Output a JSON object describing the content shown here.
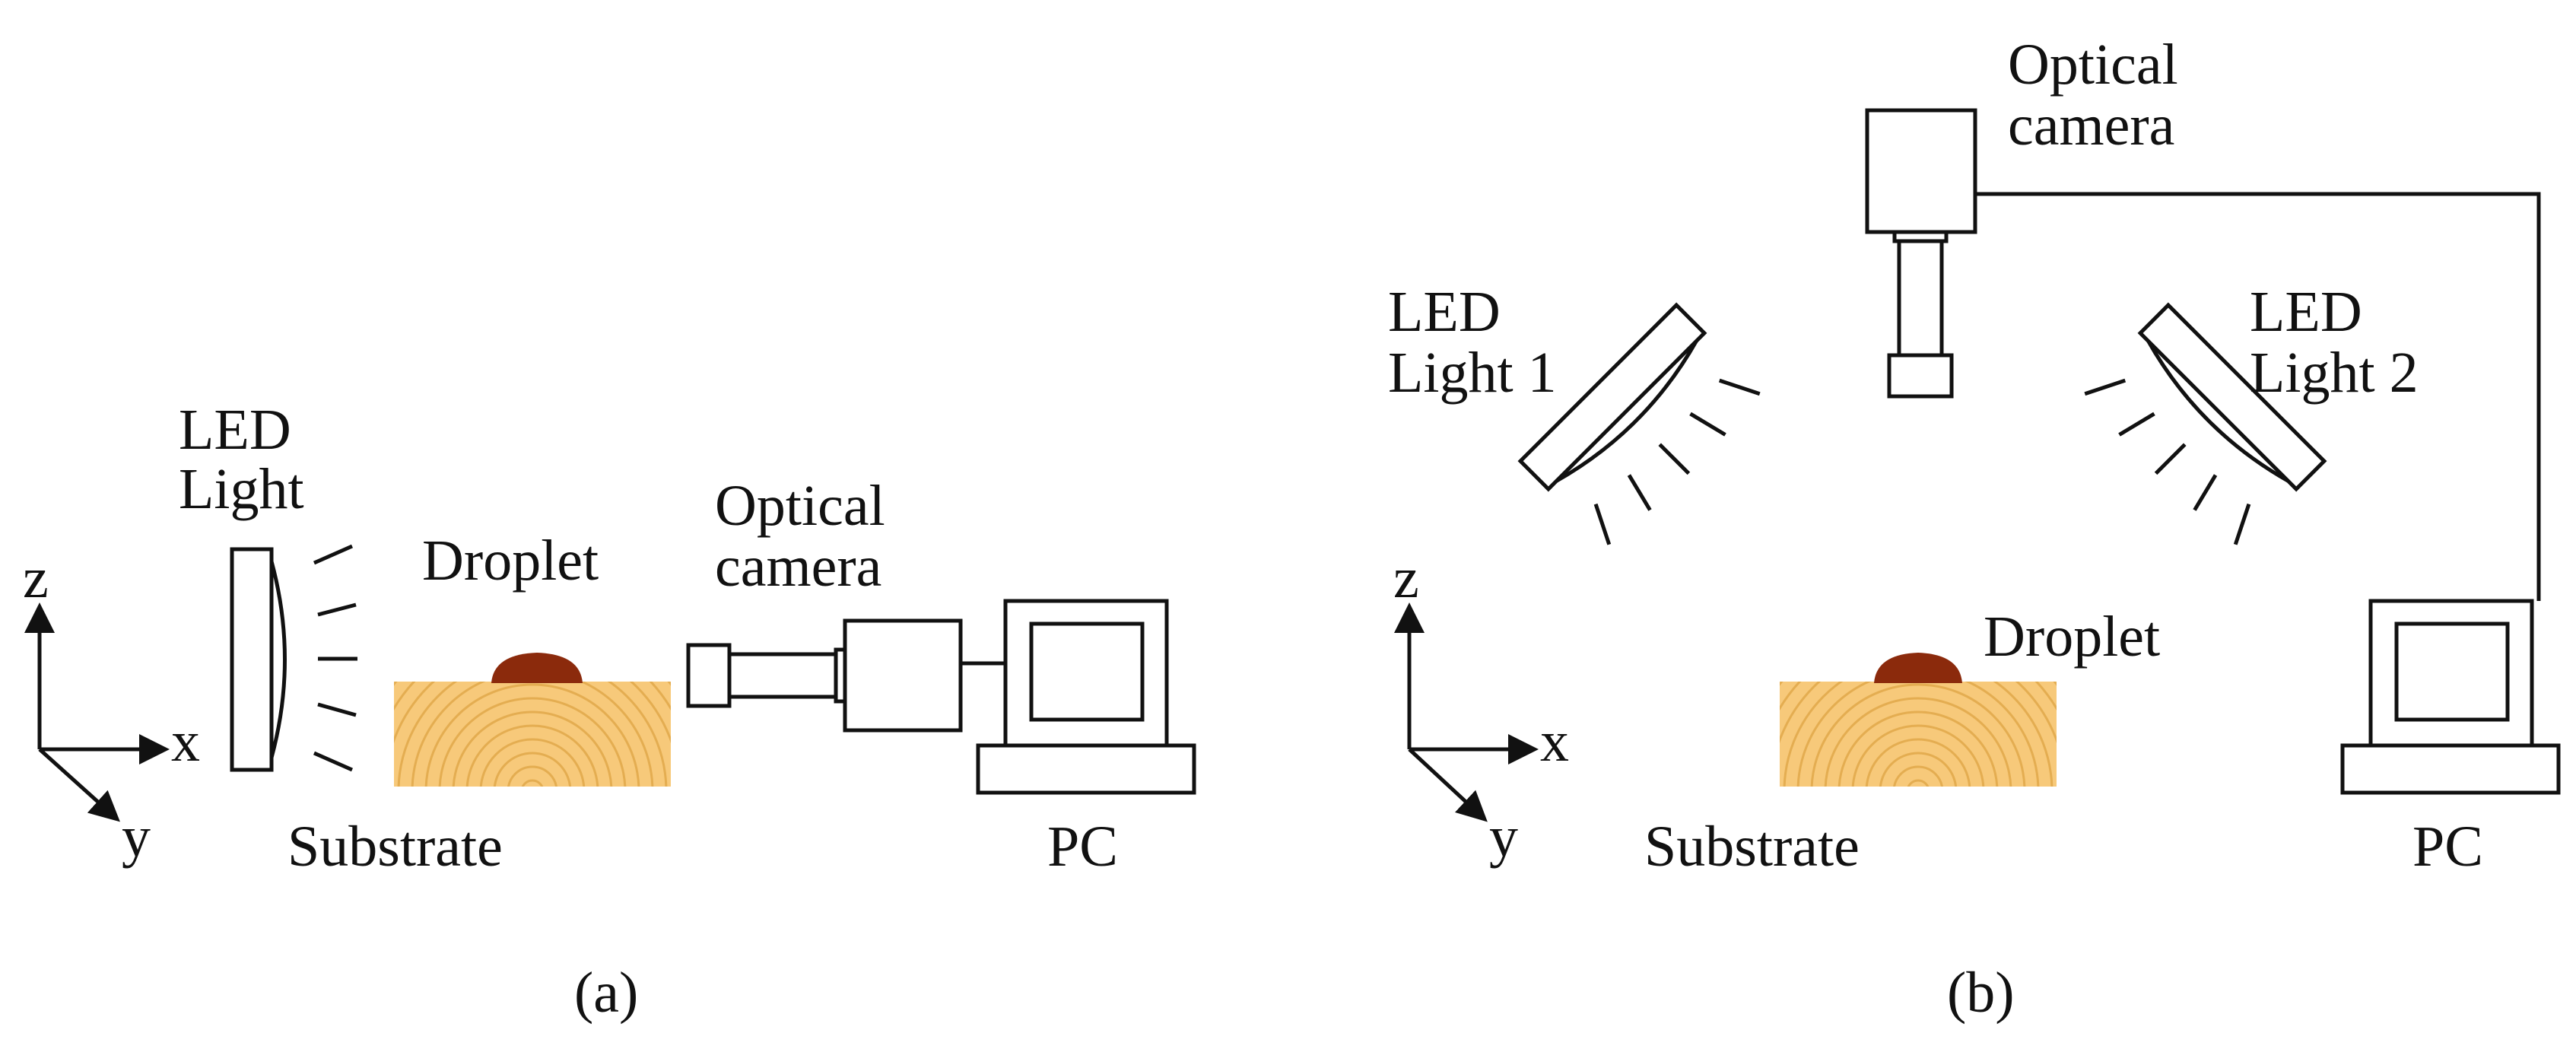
{
  "panel_a": {
    "caption": "(a)",
    "axis": {
      "z": "z",
      "x": "x",
      "y": "y"
    },
    "led_label": [
      "LED",
      "Light"
    ],
    "droplet_label": "Droplet",
    "substrate_label": "Substrate",
    "camera_label": [
      "Optical",
      "camera"
    ],
    "pc_label": "PC"
  },
  "panel_b": {
    "caption": "(b)",
    "axis": {
      "z": "z",
      "x": "x",
      "y": "y"
    },
    "led1_label": [
      "LED",
      "Light 1"
    ],
    "led2_label": [
      "LED",
      "Light 2"
    ],
    "camera_label": [
      "Optical",
      "camera"
    ],
    "droplet_label": "Droplet",
    "substrate_label": "Substrate",
    "pc_label": "PC"
  },
  "colors": {
    "line": "#111111",
    "wood_base": "#f7c97a",
    "wood_ring": "#e0a84a",
    "droplet": "#8b2a0c"
  }
}
